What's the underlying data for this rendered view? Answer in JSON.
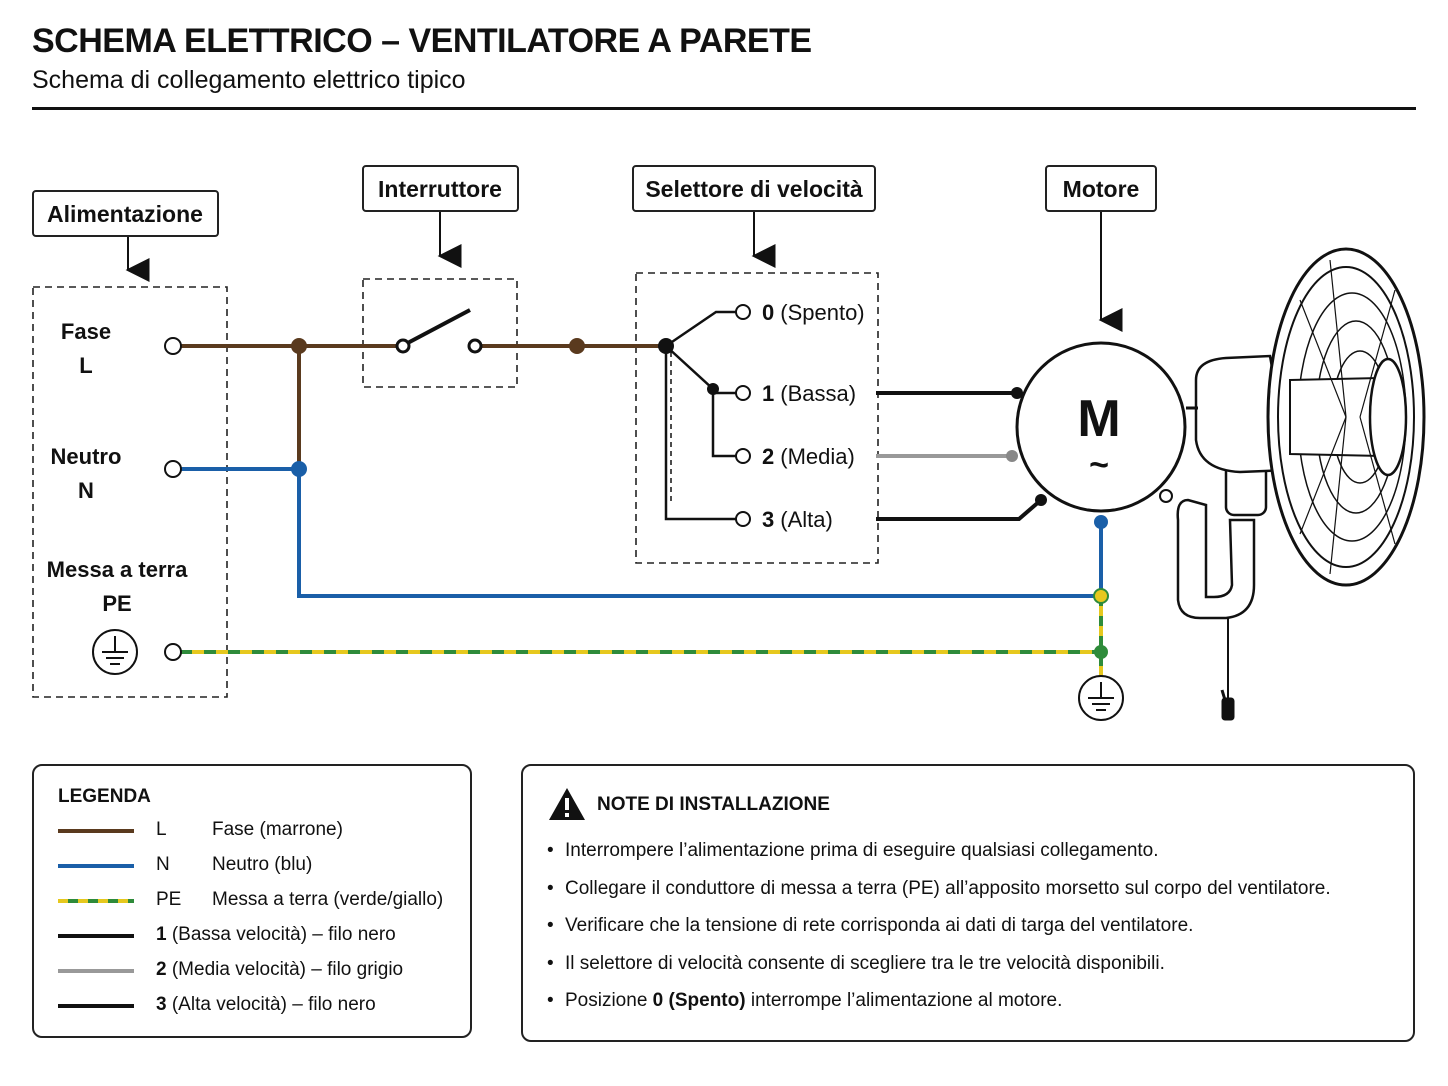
{
  "header": {
    "title": "SCHEMA ELETTRICO – VENTILATORE A PARETE",
    "subtitle": "Schema di collegamento elettrico tipico"
  },
  "blocks": {
    "power": "Alimentazione",
    "switch": "Interruttore",
    "selector": "Selettore di velocità",
    "motor": "Motore"
  },
  "terminals": {
    "phase_name": "Fase",
    "phase_code": "L",
    "neutral_name": "Neutro",
    "neutral_code": "N",
    "earth_name": "Messa a terra",
    "earth_code": "PE"
  },
  "speeds": [
    {
      "num": "0",
      "label": "(Spento)"
    },
    {
      "num": "1",
      "label": "(Bassa)"
    },
    {
      "num": "2",
      "label": "(Media)"
    },
    {
      "num": "3",
      "label": "(Alta)"
    }
  ],
  "motor": {
    "symbol": "M",
    "ac": "~"
  },
  "icons": {
    "earth": "earth-ground-icon",
    "warning": "warning-triangle-icon",
    "fan": "wall-fan-illustration"
  },
  "colors": {
    "phase": "#5a3a1e",
    "neutral": "#1a5fa8",
    "earth_green": "#2e8b3a",
    "earth_yellow": "#e6c81e",
    "low": "#111111",
    "medium": "#999999",
    "high": "#111111"
  },
  "legend": {
    "title": "LEGENDA",
    "items": [
      {
        "code": "L",
        "desc": "Fase (marrone)"
      },
      {
        "code": "N",
        "desc": "Neutro (blu)"
      },
      {
        "code": "PE",
        "desc": "Messa a terra (verde/giallo)"
      },
      {
        "code": "1",
        "desc": "(Bassa velocità) – filo nero"
      },
      {
        "code": "2",
        "desc": "(Media velocità) – filo grigio"
      },
      {
        "code": "3",
        "desc": "(Alta velocità) – filo nero"
      }
    ]
  },
  "notes": {
    "title": "NOTE DI INSTALLAZIONE",
    "items": [
      "Interrompere l’alimentazione prima di eseguire qualsiasi collegamento.",
      "Collegare il conduttore di messa a terra (PE) all’apposito morsetto sul corpo del ventilatore.",
      "Verificare che la tensione di rete corrisponda ai dati di targa del ventilatore.",
      "Il selettore di velocità consente di scegliere tra le tre velocità disponibili."
    ],
    "last": {
      "pre": "Posizione",
      "num": "0",
      "bold": "(Spento)",
      "post": "interrompe l’alimentazione al motore."
    }
  }
}
